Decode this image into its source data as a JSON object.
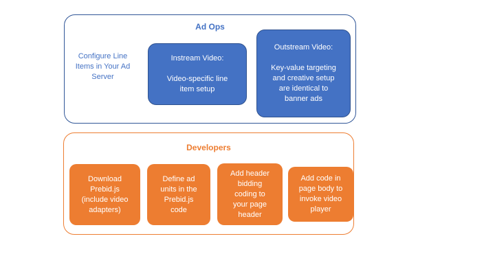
{
  "colors": {
    "blue_fill": "#4472C4",
    "blue_box_border": "#2F528F",
    "blue_group_border": "#2F5597",
    "orange": "#ED7D31",
    "node_text": "#FFFFFF",
    "background": "#FFFFFF"
  },
  "ad_ops": {
    "title": "Ad Ops",
    "side_note_lines": [
      "Configure Line",
      "Items in Your Ad",
      "Server"
    ],
    "boxes": {
      "instream": {
        "lines": [
          "Instream Video:",
          "",
          "Video-specific line",
          "item setup"
        ]
      },
      "outstream": {
        "lines": [
          "Outstream Video:",
          "",
          "Key-value targeting",
          "and creative setup",
          "are identical to",
          "banner ads"
        ]
      }
    }
  },
  "developers": {
    "title": "Developers",
    "boxes": {
      "download": {
        "lines": [
          "Download",
          "Prebid.js",
          "(include video",
          "adapters)"
        ]
      },
      "define": {
        "lines": [
          "Define ad",
          "units in the",
          "Prebid.js",
          "code"
        ]
      },
      "header": {
        "lines": [
          "Add header",
          "bidding",
          "coding to",
          "your page",
          "header"
        ]
      },
      "invoke": {
        "lines": [
          "Add code in",
          "page body to",
          "invoke video",
          "player"
        ]
      }
    }
  }
}
